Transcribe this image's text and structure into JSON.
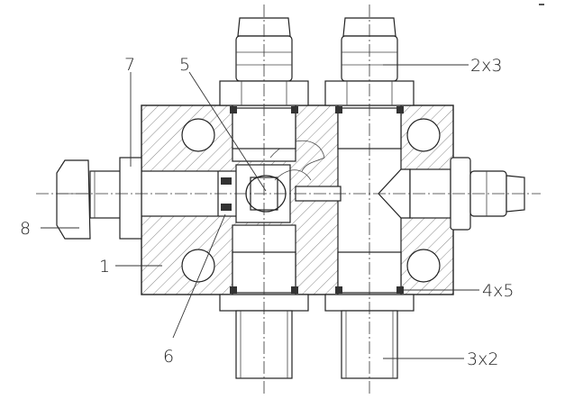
{
  "drawing": {
    "title": "Valve block assembly cross-section",
    "labels": {
      "part_1": "1",
      "part_5": "5",
      "part_6": "6",
      "part_7": "7",
      "part_8": "8",
      "part_2x3": "2x3",
      "part_3x2": "3x2",
      "part_4x5": "4x5"
    }
  }
}
